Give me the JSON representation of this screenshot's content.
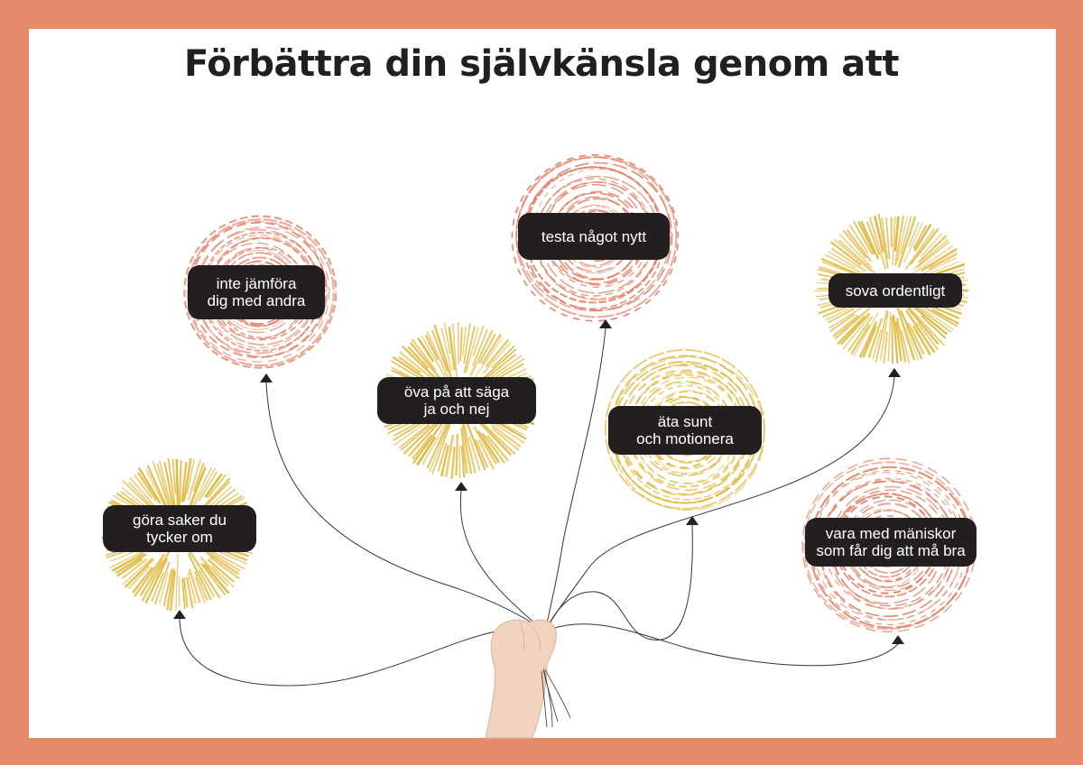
{
  "title": "Förbättra din självkänsla genom att",
  "colors": {
    "frame": "#e58a6a",
    "coral": "#e07a5f",
    "gold": "#e0b840",
    "label_bg": "#231f20",
    "label_text": "#ffffff",
    "string": "#333333"
  },
  "balloons": [
    {
      "id": "inte-jamfora",
      "text": "inte jämföra\ndig med andra",
      "style": "spiral",
      "color": "coral"
    },
    {
      "id": "testa-nagot-nytt",
      "text": "testa något nytt",
      "style": "spiral",
      "color": "coral"
    },
    {
      "id": "sova-ordentligt",
      "text": "sova ordentligt",
      "style": "burst",
      "color": "gold"
    },
    {
      "id": "ova-pa-att-saga",
      "text": "öva på att säga\nja och nej",
      "style": "burst",
      "color": "gold"
    },
    {
      "id": "ata-sunt",
      "text": "äta sunt\noch motionera",
      "style": "spiral",
      "color": "gold"
    },
    {
      "id": "gora-saker",
      "text": "göra saker du\ntycker om",
      "style": "burst",
      "color": "gold"
    },
    {
      "id": "vara-med-manniskor",
      "text": "vara med mäniskor\nsom får dig att må bra",
      "style": "spiral",
      "color": "coral"
    }
  ]
}
